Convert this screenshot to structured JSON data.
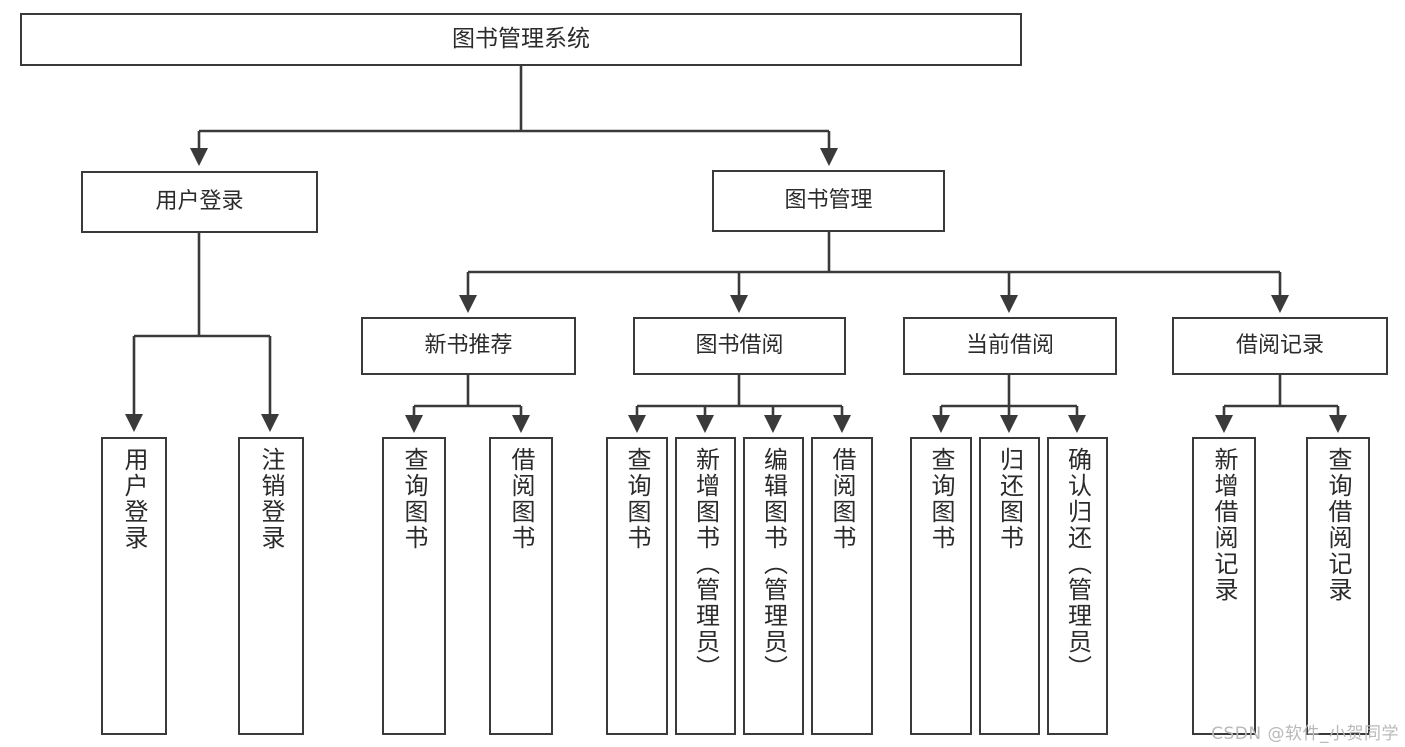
{
  "diagram": {
    "title": "图书管理系统",
    "type": "tree-hierarchy-diagram",
    "colors": {
      "box_border": "#3a3a3a",
      "box_fill": "#ffffff",
      "line": "#3a3a3a",
      "text": "#2b2b2b",
      "watermark": "#b9b9b9",
      "background": "#ffffff"
    },
    "root": {
      "label": "图书管理系统"
    },
    "level2": [
      {
        "label": "用户登录"
      },
      {
        "label": "图书管理"
      }
    ],
    "level3": [
      {
        "label": "新书推荐"
      },
      {
        "label": "图书借阅"
      },
      {
        "label": "当前借阅"
      },
      {
        "label": "借阅记录"
      }
    ],
    "leaves": {
      "user_login": [
        {
          "label": "用户登录"
        },
        {
          "label": "注销登录"
        }
      ],
      "new_book": [
        {
          "label": "查询图书"
        },
        {
          "label": "借阅图书"
        }
      ],
      "book_borrow": [
        {
          "label": "查询图书"
        },
        {
          "label": "新增图书（管理员）"
        },
        {
          "label": "编辑图书（管理员）"
        },
        {
          "label": "借阅图书"
        }
      ],
      "current_borrow": [
        {
          "label": "查询图书"
        },
        {
          "label": "归还图书"
        },
        {
          "label": "确认归还（管理员）"
        }
      ],
      "borrow_record": [
        {
          "label": "新增借阅记录"
        },
        {
          "label": "查询借阅记录"
        }
      ]
    },
    "watermark": "CSDN @软件_小贺同学"
  }
}
